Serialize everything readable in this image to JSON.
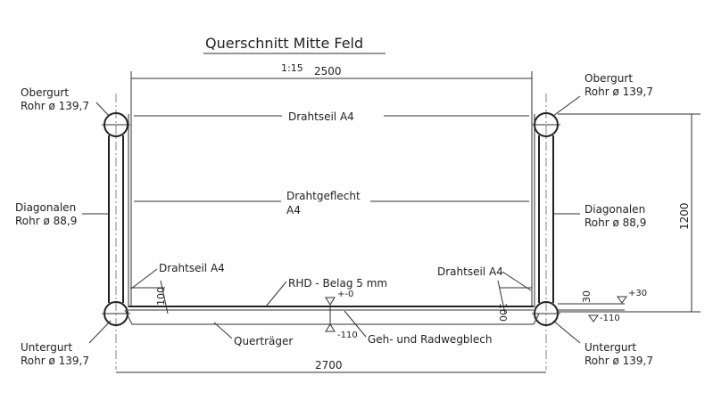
{
  "title": "Querschnitt Mitte Feld",
  "scale": "1:15",
  "dimensions": {
    "top_width": "2500",
    "bottom_width": "2700",
    "height": "1200",
    "offset_left": "100",
    "offset_right": "100",
    "offset_small": "30"
  },
  "levels": {
    "deck": "+-0",
    "bottom": "-110",
    "right_top": "+30",
    "right_bottom": "-110"
  },
  "labels": {
    "obergurt_left": [
      "Obergurt",
      "Rohr ø 139,7"
    ],
    "obergurt_right": [
      "Obergurt",
      "Rohr ø 139,7"
    ],
    "diagonalen_left": [
      "Diagonalen",
      "Rohr ø 88,9"
    ],
    "diagonalen_right": [
      "Diagonalen",
      "Rohr ø 88,9"
    ],
    "untergurt_left": [
      "Untergurt",
      "Rohr ø 139,7"
    ],
    "untergurt_right": [
      "Untergurt",
      "Rohr ø 139,7"
    ],
    "drahtseil_top": "Drahtseil A4",
    "drahtgeflecht": [
      "Drahtgeflecht",
      "A4"
    ],
    "drahtseil_left": "Drahtseil A4",
    "drahtseil_right": "Drahtseil A4",
    "belag": "RHD - Belag 5 mm",
    "quertraeger": "Querträger",
    "blech": "Geh- und Radwegblech"
  }
}
